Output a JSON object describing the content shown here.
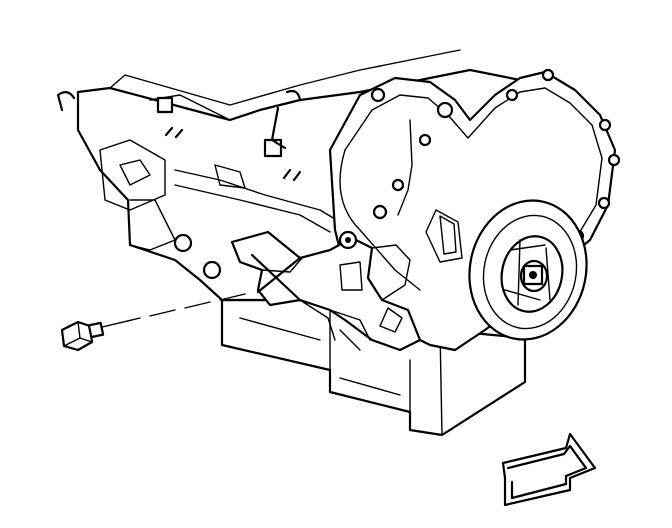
{
  "diagram": {
    "title": "",
    "colors": {
      "ink": "#000000",
      "paper": "#ffffff"
    },
    "parts": [
      {
        "id": "engine-block",
        "icon": "engine-block-icon"
      },
      {
        "id": "oil-pan",
        "icon": "oil-pan-icon"
      },
      {
        "id": "timing-cover",
        "icon": "timing-cover-icon"
      },
      {
        "id": "crankshaft-balancer",
        "icon": "crankshaft-balancer-icon"
      },
      {
        "id": "engine-mount-bracket",
        "icon": "engine-mount-bracket-icon"
      },
      {
        "id": "mounting-bolt",
        "icon": "bolt-icon"
      },
      {
        "id": "direction-arrow",
        "icon": "arrow-right-icon"
      }
    ]
  }
}
